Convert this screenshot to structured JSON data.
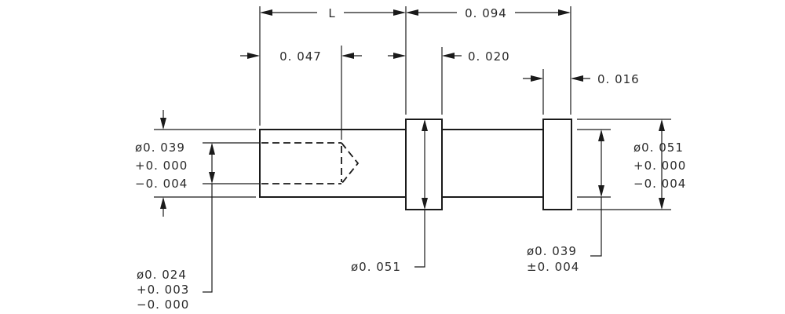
{
  "drawing": {
    "dimensions": {
      "length_label": "L",
      "overall_right": "0. 094",
      "bore_depth": "0. 047",
      "collar_width": "0. 020",
      "end_collar_width": "0. 016"
    },
    "tolerances": {
      "left_diameter": [
        "ø0. 039",
        "+0. 000",
        "−0. 004"
      ],
      "bore_diameter": [
        "ø0. 024",
        "+0. 003",
        "−0. 000"
      ],
      "collar_diameter": "ø0. 051",
      "end_collar_diameter": [
        "ø0. 051",
        "+0. 000",
        "−0. 004"
      ],
      "shaft_diameter": [
        "ø0. 039",
        "±0. 004"
      ]
    }
  }
}
